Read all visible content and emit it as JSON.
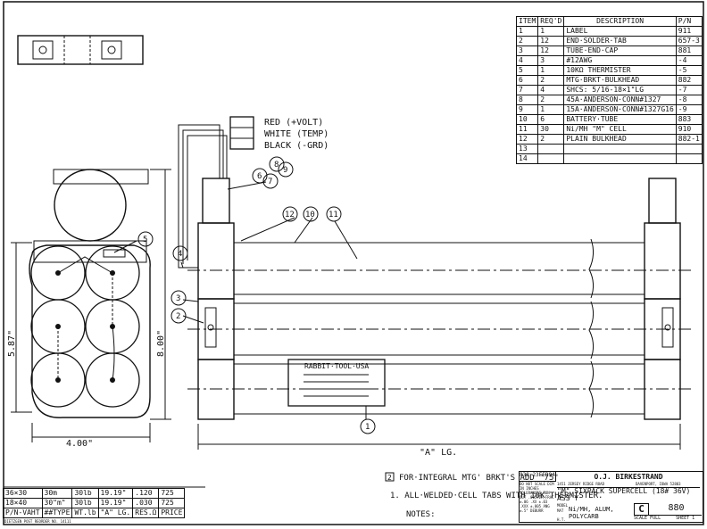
{
  "bom": {
    "headers": [
      "ITEM",
      "REQ'D",
      "DESCRIPTION",
      "P/N"
    ],
    "rows": [
      [
        "1",
        "1",
        "LABEL",
        "911"
      ],
      [
        "2",
        "12",
        "END·SOLDER·TAB",
        "657-3"
      ],
      [
        "3",
        "12",
        "TUBE·END·CAP",
        "881"
      ],
      [
        "4",
        "3",
        "#12AWG",
        "-4"
      ],
      [
        "5",
        "1",
        "10KΩ THERMISTER",
        "-5"
      ],
      [
        "6",
        "2",
        "MTG·BRKT·BULKHEAD",
        "882"
      ],
      [
        "7",
        "4",
        "SHCS: 5/16-18×1\"LG",
        "-7"
      ],
      [
        "8",
        "2",
        "45A·ANDERSON·CONN#1327",
        "-8"
      ],
      [
        "9",
        "1",
        "15A·ANDERSON·CONN#1327G16",
        "-9"
      ],
      [
        "10",
        "6",
        "BATTERY·TUBE",
        "883"
      ],
      [
        "11",
        "30",
        "Ni/MH \"M\" CELL",
        "910"
      ],
      [
        "12",
        "2",
        "PLAIN BULKHEAD",
        "882-1"
      ],
      [
        "13",
        "",
        "",
        " "
      ],
      [
        "14",
        "",
        "",
        " "
      ]
    ]
  },
  "wires": {
    "red": "RED (+VOLT)",
    "white": "WHITE (TEMP)",
    "black": "BLACK (-GRD)"
  },
  "balloons": {
    "b1": "1",
    "b2": "2",
    "b3": "3",
    "b4": "4",
    "b5": "5",
    "b6": "6",
    "b7": "7",
    "b8": "8",
    "b9": "9",
    "b10": "10",
    "b11": "11",
    "b12": "12"
  },
  "dims": {
    "height": "5.87\"",
    "height2": "8.00\"",
    "width": "4.00\"",
    "length": "\"A\" LG."
  },
  "label_plate": "RABBIT·TOOL·USA",
  "notes": {
    "note2": "FOR·INTEGRAL MTG' BRKT'S ADD \"75\"",
    "note2_num": "2",
    "note1": "1. ALL·WELDED·CELL TABS WITH 10K THERMISTER.",
    "notes_label": "NOTES:"
  },
  "schedule": {
    "rows": [
      [
        "36×30",
        "30m",
        "30lb",
        "19.19\"",
        ".120",
        "725"
      ],
      [
        "18×40",
        "30\"m\"",
        "30lb",
        "19.19\"",
        ".030",
        "725"
      ],
      [
        "P/N-VAHT",
        "##TYPE",
        "WT.lb",
        "\"A\" LG.",
        "RES.Ω",
        "PRICE"
      ]
    ],
    "footer": "DIETZGEN POST REORDER NO. 14111"
  },
  "title_block": {
    "company": "O.J. BIRKESTRAND",
    "address": "1451 JERSEY RIDGE ROAD",
    "city": "DAVENPORT, IOWA 52803",
    "title": "\"M\" SIXPACK SUPERCELL (18# 36V) ASS'Y",
    "material": "Ni/MH, ALUM, POLYCARB",
    "size": "C",
    "dwg_no": "880",
    "scale": "SCALE FULL",
    "sheet": "SHEET 1",
    "rev": "838 23FEB94",
    "tolerances": "DO NOT SCALE DIM IN INCHES TOLERANCES RUN OUT .005TIR FRAC ±.06 .XX ±.03 .XXX ±.005 ANG ±.5° DEBURR",
    "model": "MODEL",
    "mat": "MAT",
    "ht": "H.T."
  }
}
